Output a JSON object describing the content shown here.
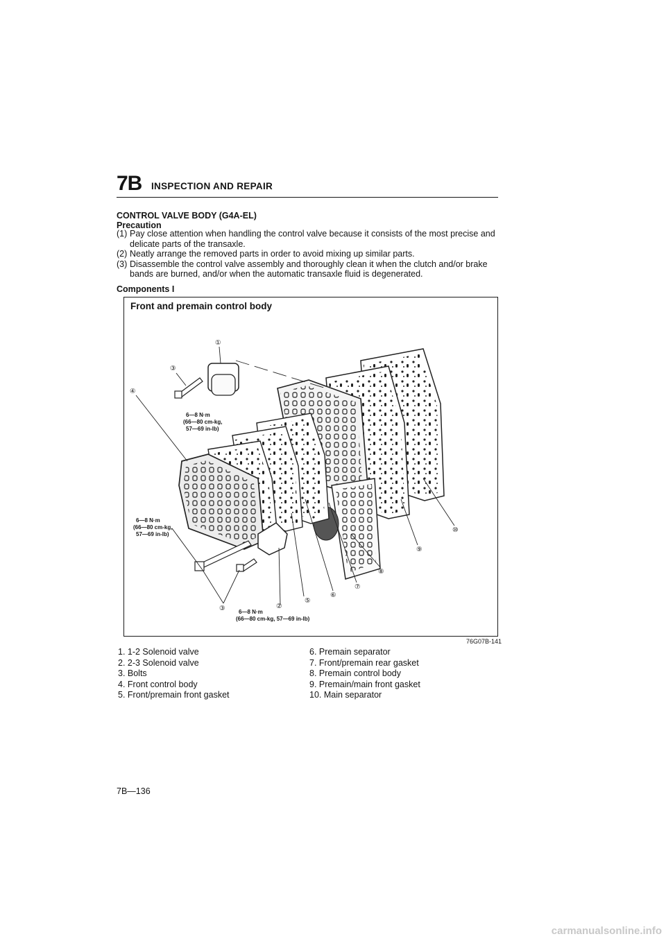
{
  "header": {
    "chapter": "7B",
    "title": "INSPECTION AND REPAIR"
  },
  "section": {
    "title": "CONTROL VALVE BODY (G4A-EL)",
    "subtitle": "Precaution"
  },
  "precautions": [
    {
      "num": "(1)",
      "text": "Pay close attention when handling the control valve because it consists of the most precise and delicate parts of the transaxle."
    },
    {
      "num": "(2)",
      "text": "Neatly arrange the removed parts in order to avoid mixing up similar parts."
    },
    {
      "num": "(3)",
      "text": "Disassemble the control valve assembly and thoroughly clean it when the clutch and/or brake bands are burned, and/or when the automatic transaxle fluid is degenerated."
    }
  ],
  "components": {
    "title": "Components I",
    "figure_title": "Front and premain control body",
    "figure_code": "76G07B-141",
    "torque": {
      "a": [
        "6—8 N·m",
        "(66—80 cm-kg,",
        "57—69 in-lb)"
      ],
      "b": [
        "6—8 N·m",
        "(66—80 cm-kg,",
        "57—69 in-lb)"
      ],
      "c": [
        "6—8 N·m",
        "(66—80 cm-kg, 57—69 in-lb)"
      ]
    },
    "callouts": {
      "c1": "①",
      "c2": "②",
      "c3a": "③",
      "c3b": "③",
      "c4": "④",
      "c5": "⑤",
      "c6": "⑥",
      "c7": "⑦",
      "c8": "⑧",
      "c9": "⑨",
      "c10": "⑩"
    },
    "legend_left": [
      "1. 1-2 Solenoid valve",
      "2. 2-3 Solenoid valve",
      "3. Bolts",
      "4. Front control body",
      "5. Front/premain front gasket"
    ],
    "legend_right": [
      "6. Premain separator",
      "7. Front/premain rear gasket",
      "8. Premain control body",
      "9. Premain/main front gasket",
      "10. Main separator"
    ]
  },
  "page_number": "7B—136",
  "watermark": "carmanualsonline.info"
}
